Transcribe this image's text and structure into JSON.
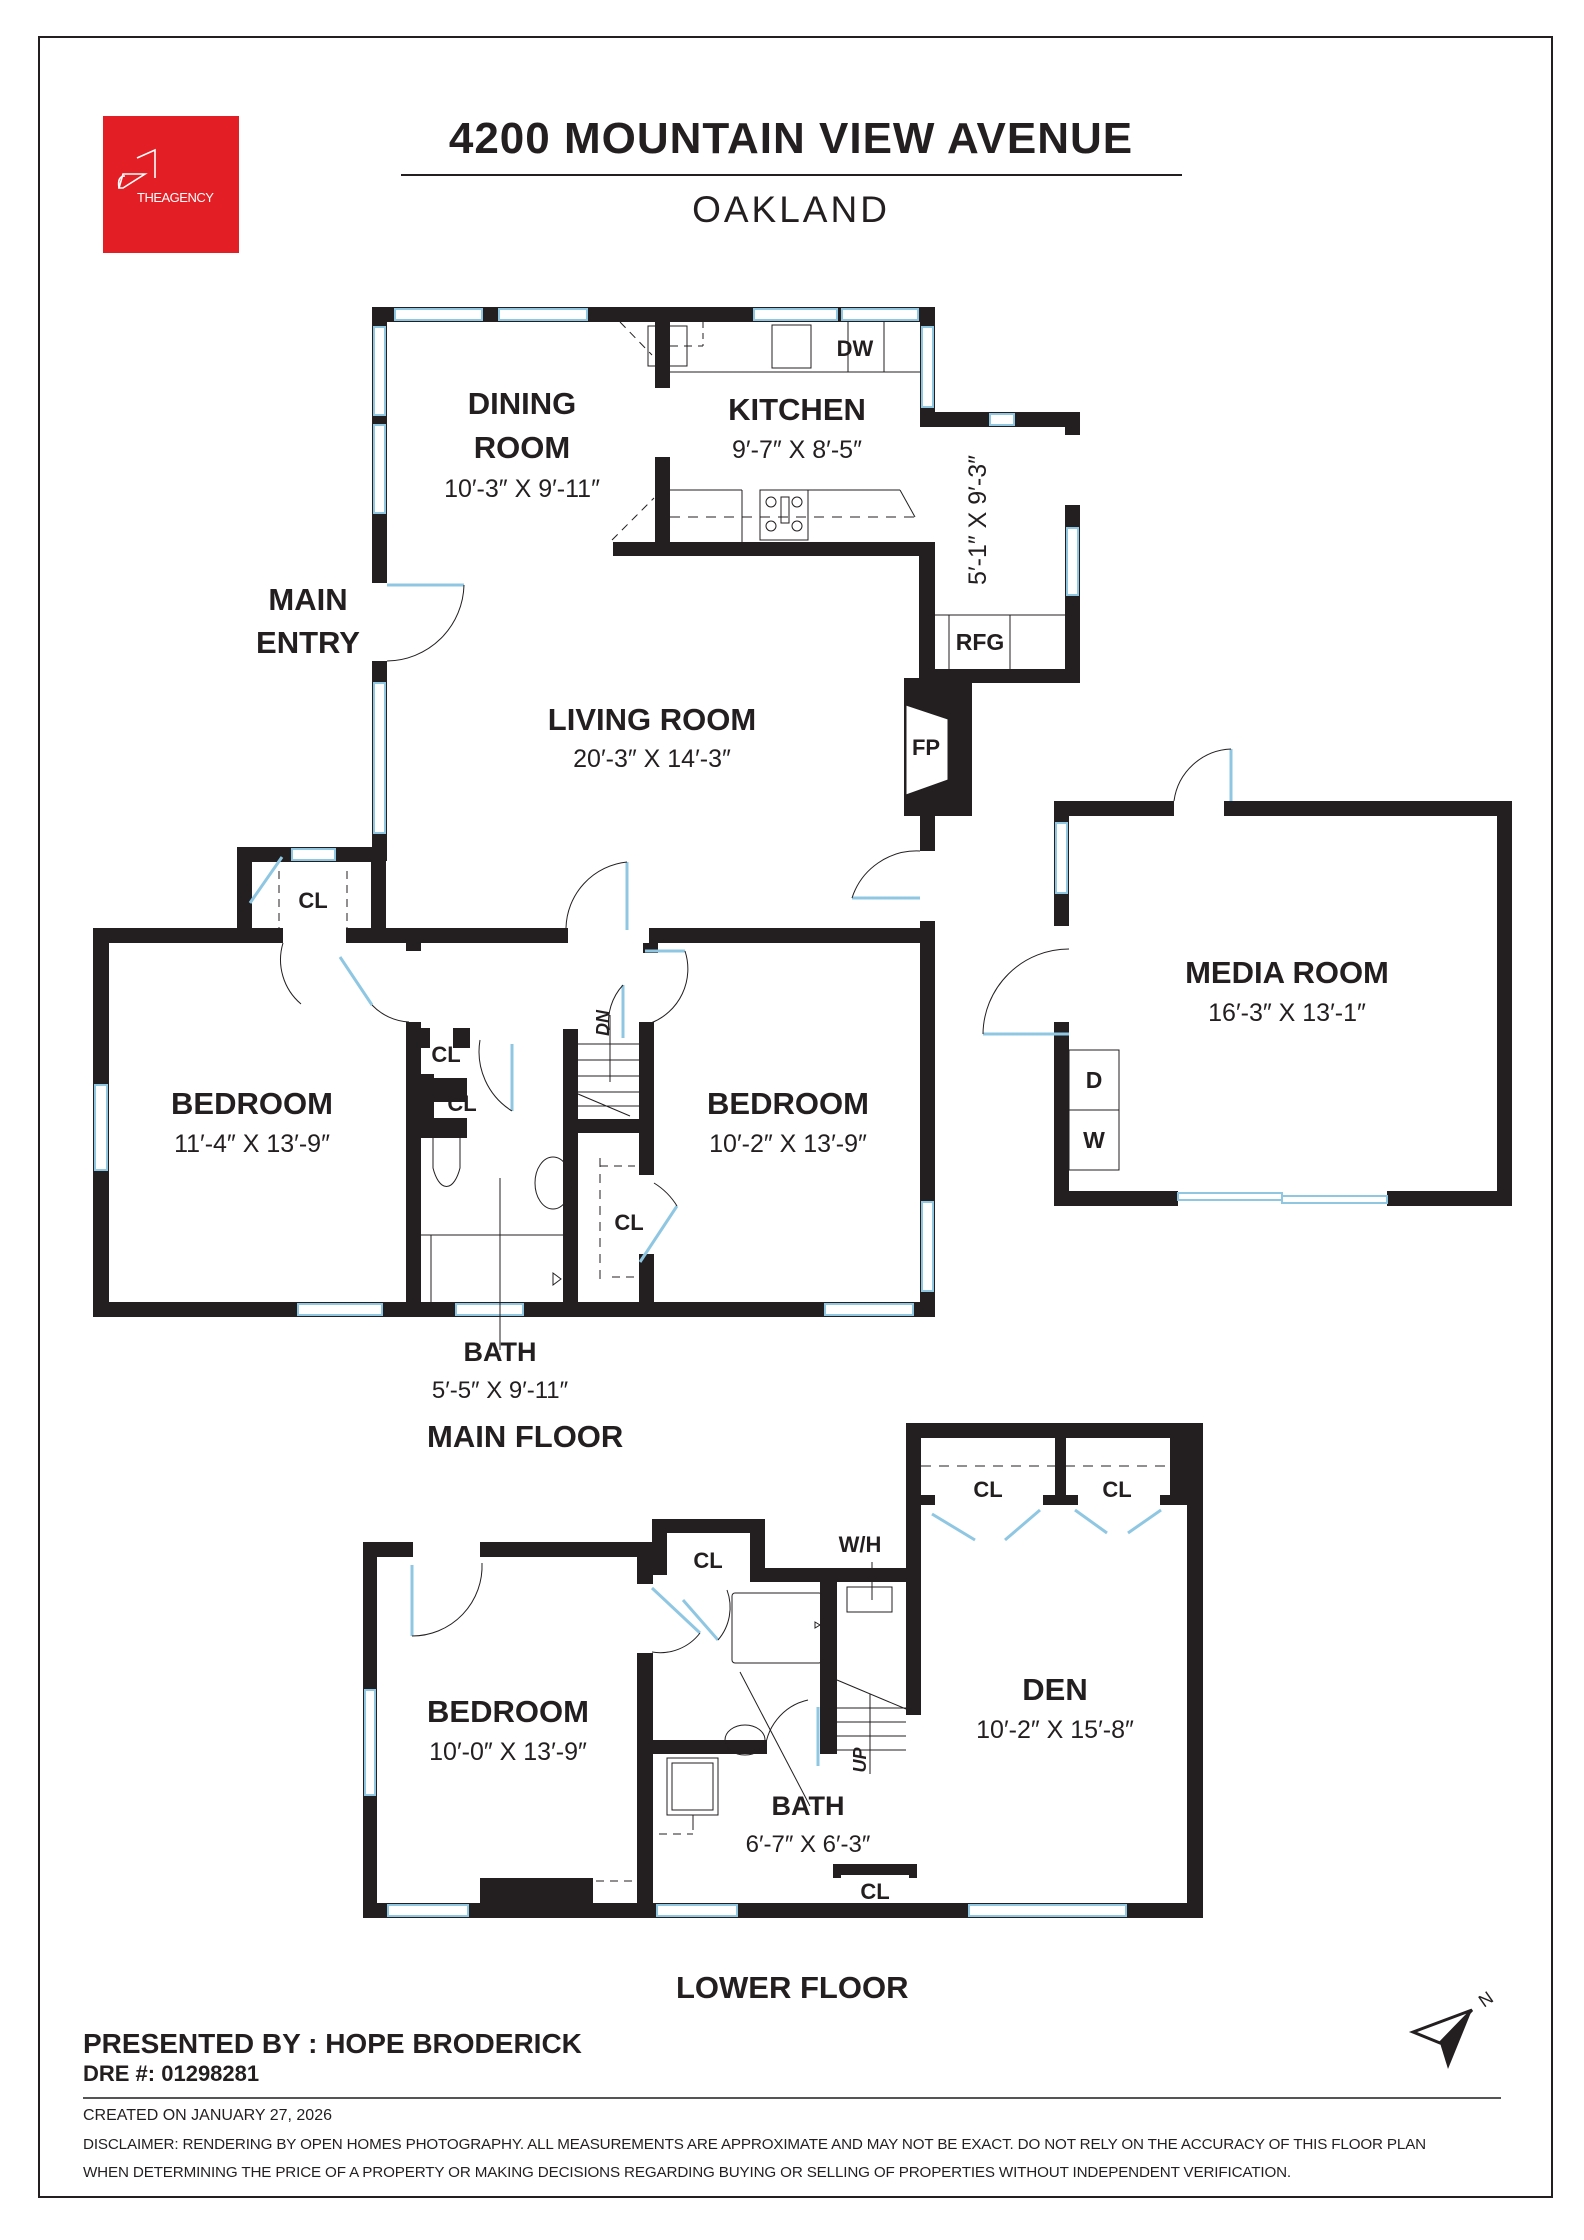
{
  "header": {
    "brand": "THEAGENCY",
    "brand_color": "#e31e24",
    "address": "4200 MOUNTAIN VIEW AVENUE",
    "city": "OAKLAND"
  },
  "colors": {
    "wall": "#231f20",
    "window": "#8fc7e3",
    "fixture_line": "#555555"
  },
  "main_floor": {
    "label": "MAIN FLOOR",
    "main_entry": [
      "MAIN",
      "ENTRY"
    ],
    "rooms": {
      "dining": {
        "name_line1": "DINING",
        "name_line2": "ROOM",
        "dims": "10′-3″ X 9′-11″"
      },
      "kitchen": {
        "name": "KITCHEN",
        "dims": "9′-7″ X 8′-5″"
      },
      "pantry": {
        "dims": "5′-1″ X 9′-3″"
      },
      "living": {
        "name": "LIVING ROOM",
        "dims": "20′-3″ X 14′-3″"
      },
      "bedroom_left": {
        "name": "BEDROOM",
        "dims": "11′-4″ X 13′-9″"
      },
      "bedroom_right": {
        "name": "BEDROOM",
        "dims": "10′-2″ X 13′-9″"
      },
      "bath": {
        "name": "BATH",
        "dims": "5′-5″ X 9′-11″"
      },
      "media": {
        "name": "MEDIA ROOM",
        "dims": "16′-3″ X 13′-1″"
      }
    },
    "fixtures": {
      "dishwasher": "DW",
      "refrigerator": "RFG",
      "fireplace": "FP",
      "closet": "CL",
      "stairs_down": "DN",
      "dryer": "D",
      "washer": "W"
    }
  },
  "lower_floor": {
    "label": "LOWER FLOOR",
    "rooms": {
      "bedroom": {
        "name": "BEDROOM",
        "dims": "10′-0″ X 13′-9″"
      },
      "bath": {
        "name": "BATH",
        "dims": "6′-7″ X 6′-3″"
      },
      "den": {
        "name": "DEN",
        "dims": "10′-2″ X 15′-8″"
      }
    },
    "fixtures": {
      "closet": "CL",
      "water_heater": "W/H",
      "stairs_up": "UP"
    }
  },
  "compass": {
    "label": "N"
  },
  "footer": {
    "presented_by": "PRESENTED BY : HOPE BRODERICK",
    "dre": "DRE #: 01298281",
    "created": "CREATED ON JANUARY 27, 2026",
    "disclaimer_line1": "DISCLAIMER: RENDERING BY OPEN HOMES PHOTOGRAPHY. ALL MEASUREMENTS ARE APPROXIMATE AND MAY NOT BE EXACT. DO NOT RELY ON THE ACCURACY OF THIS FLOOR PLAN",
    "disclaimer_line2": "WHEN DETERMINING THE PRICE OF A PROPERTY OR MAKING DECISIONS REGARDING BUYING OR SELLING OF PROPERTIES WITHOUT INDEPENDENT VERIFICATION."
  }
}
